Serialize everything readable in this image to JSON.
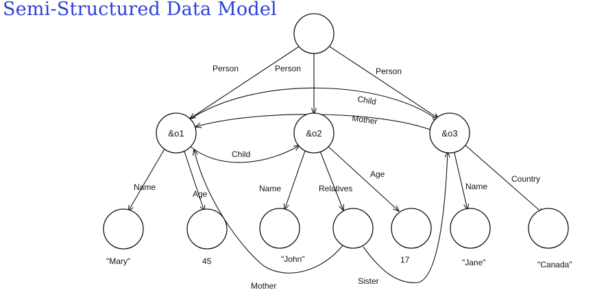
{
  "title": "Semi-Structured Data Model",
  "colors": {
    "title": "#2b3fd6",
    "ink": "#111111",
    "background": "#ffffff"
  },
  "objects": {
    "o1": "&o1",
    "o2": "&o2",
    "o3": "&o3"
  },
  "edge_labels": {
    "person_1": "Person",
    "person_2": "Person",
    "person_3": "Person",
    "child_top": "Child",
    "mother_top": "Mother",
    "child_o1_o2": "Child",
    "name_1": "Name",
    "age_1": "Age",
    "name_2": "Name",
    "relatives": "Relatives",
    "age_2": "Age",
    "name_3": "Name",
    "country": "Country",
    "mother_bottom": "Mother",
    "sister": "Sister"
  },
  "values": {
    "mary": "\"Mary\"",
    "age_45": "45",
    "john": "\"John\"",
    "age_17": "17",
    "jane": "\"Jane\"",
    "canada": "\"Canada\""
  }
}
